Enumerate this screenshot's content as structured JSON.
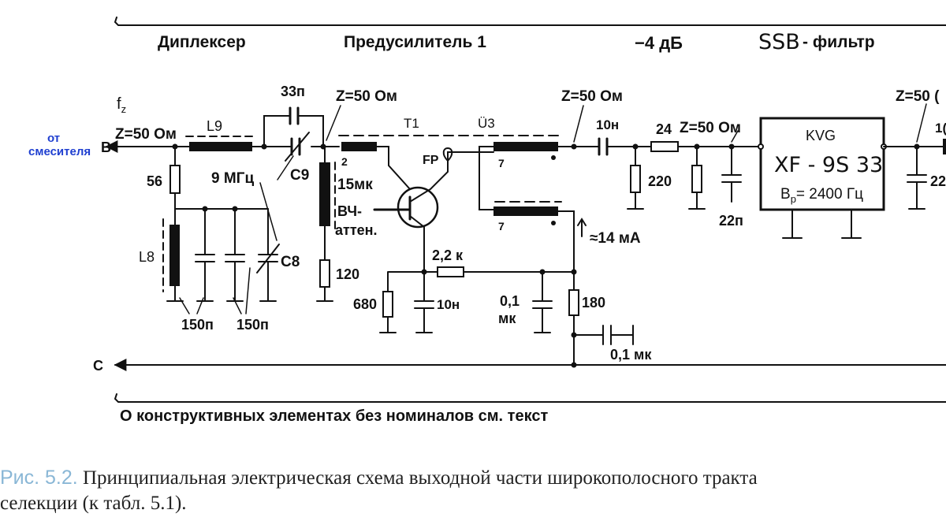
{
  "header": {
    "diplexer": "Диплексер",
    "preamp": "Предусилитель 1",
    "attenuation": "−4 дБ",
    "ssb_prefix": "SSB",
    "filter": "- фильтр"
  },
  "input": {
    "from_line1": "от",
    "from_line2": "смесителя",
    "port_b": "B",
    "fz": "f",
    "fz_sub": "z",
    "impedance": "Z=50 Ом"
  },
  "components": {
    "L9": "L9",
    "c33": "33п",
    "C9": "C9",
    "freq": "9 МГц",
    "r56": "56",
    "L8": "L8",
    "C8": "C8",
    "c150a": "150п",
    "c150b": "150п",
    "z50_preamp": "Z=50 Ом",
    "T1": "T1",
    "U3": "Ü3",
    "tap2": "2",
    "l15": "15мк",
    "vch1": "ВЧ-",
    "vch2": "аттен.",
    "r120": "120",
    "FP": "FP",
    "tap7a": "7",
    "tap7b": "7",
    "r680": "680",
    "c10n_a": "10н",
    "r22k": "2,2 к",
    "c01_1": "0,1",
    "c01_2": "мк",
    "r180": "180",
    "c01mk": "0,1 мк",
    "current": "≈14 мА",
    "z50_out": "Z=50 Ом",
    "c10n_b": "10н",
    "r24": "24",
    "z50_filter": "Z=50 Ом",
    "r220": "220",
    "c22p": "22п",
    "kvg": "KVG",
    "xf": "XF - 9S 33",
    "bw": "B",
    "bw_sub": "p",
    "bw_val": "= 2400 Гц",
    "z50_right": "Z=50 (",
    "c10_right": "1(",
    "c22_right": "22",
    "port_c": "C"
  },
  "footnote": "О конструктивных элементах без номиналов см. текст",
  "caption": {
    "label": "Рис. 5.2.",
    "line1": " Принципиальная электрическая схема выходной части широкополосного тракта",
    "line2": "селекции (к табл. 5.1)."
  }
}
